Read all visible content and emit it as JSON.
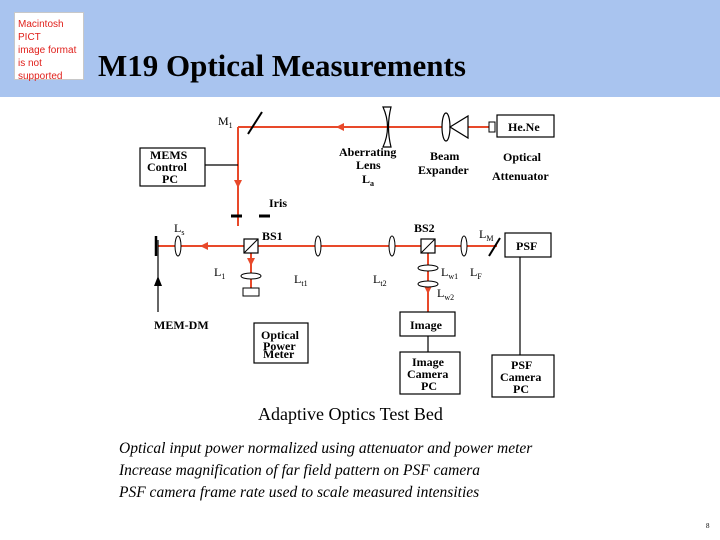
{
  "header": {
    "title": "M19 Optical Measurements",
    "placeholder_lines": [
      "Macintosh PICT",
      "image format",
      "is not supported"
    ]
  },
  "diagram": {
    "labels": {
      "m1": "M",
      "m1_sub": "1",
      "hene": "He.Ne",
      "mems_1": "MEMS",
      "mems_2": "Control",
      "mems_3": "PC",
      "aberr_1": "Aberrating",
      "aberr_2": "Lens",
      "aberr_3": "L",
      "aberr_3_sub": "a",
      "beam_1": "Beam",
      "beam_2": "Expander",
      "atten_1": "Optical",
      "atten_2": "Attenuator",
      "iris": "Iris",
      "ls": "L",
      "ls_sub": "s",
      "bs1": "BS1",
      "bs2": "BS2",
      "lm": "L",
      "lm_sub": "M",
      "psf": "PSF",
      "l1": "L",
      "l1_sub": "1",
      "lt1": "L",
      "lt1_sub": "t1",
      "lt2": "L",
      "lt2_sub": "t2",
      "lw1": "L",
      "lw1_sub": "w1",
      "lf": "L",
      "lf_sub": "F",
      "lw2": "L",
      "lw2_sub": "w2",
      "memdm": "MEM-DM",
      "opm_1": "Optical",
      "opm_2": "Power",
      "opm_3": "Meter",
      "image": "Image",
      "imgpc_1": "Image",
      "imgpc_2": "Camera",
      "imgpc_3": "PC",
      "psfpc_1": "PSF",
      "psfpc_2": "Camera",
      "psfpc_3": "PC"
    },
    "beam_color": "#e8492a"
  },
  "caption": "Adaptive Optics Test Bed",
  "bullets": [
    "Optical input power normalized using attenuator and power meter",
    "Increase magnification of far field pattern on PSF camera",
    "PSF camera frame rate used to scale measured intensities"
  ],
  "corner_mark": "8"
}
